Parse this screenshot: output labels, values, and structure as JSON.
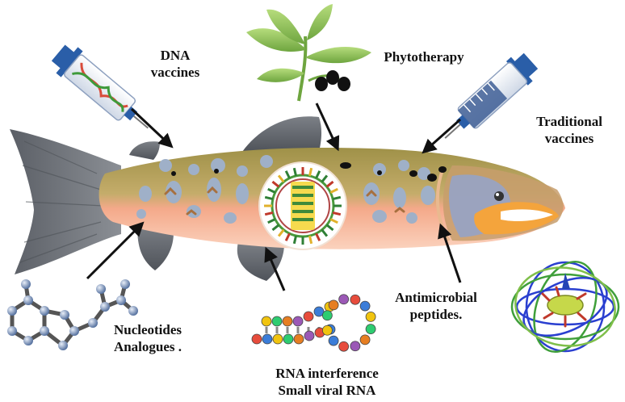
{
  "labels": {
    "dna_vaccines": [
      "DNA",
      "vaccines"
    ],
    "phytotherapy": "Phytotherapy",
    "traditional_vaccines": [
      "Traditional",
      "vaccines"
    ],
    "nucleotides_analogues": [
      "Nucleotides",
      "Analogues ."
    ],
    "antimicrobial_peptides": [
      "Antimicrobial",
      "peptides."
    ],
    "rna_interference": [
      "RNA interference",
      "Small viral RNA"
    ]
  },
  "icons": [
    "fish-illustration",
    "dna-syringe-icon",
    "plant-sprig-icon",
    "vaccine-syringe-icon",
    "virus-particle-icon",
    "nucleotide-molecule-icon",
    "rna-hairpin-icon",
    "antimicrobial-peptide-icon"
  ],
  "colors": {
    "fish_back": "#a99a52",
    "fish_belly": "#f7b290",
    "fins": "#6f7379",
    "spots": "#9fb0c8",
    "arrow": "#111111",
    "plant_green": "#8fc25a"
  }
}
